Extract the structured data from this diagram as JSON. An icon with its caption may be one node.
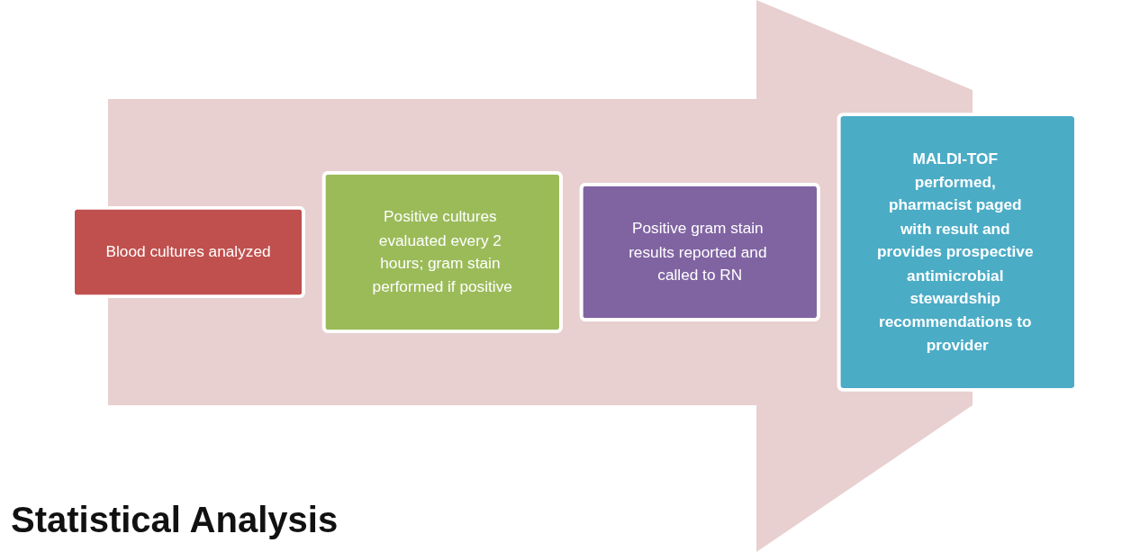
{
  "diagram": {
    "nodes": [
      {
        "text": [
          "Blood cultures analyzed"
        ]
      },
      {
        "text": [
          "Positive cultures evaluated every 2 hours; gram stain performed if positive"
        ]
      },
      {
        "text": [
          "Positive gram stain results reported and called to RN"
        ]
      },
      {
        "text": [
          "MALDI-TOF performed, pharmacist paged with result and provides prospective antimicrobial stewardship recommendations to provider"
        ]
      }
    ],
    "edges": [],
    "labels": [
      "Statistical Analysis"
    ]
  }
}
